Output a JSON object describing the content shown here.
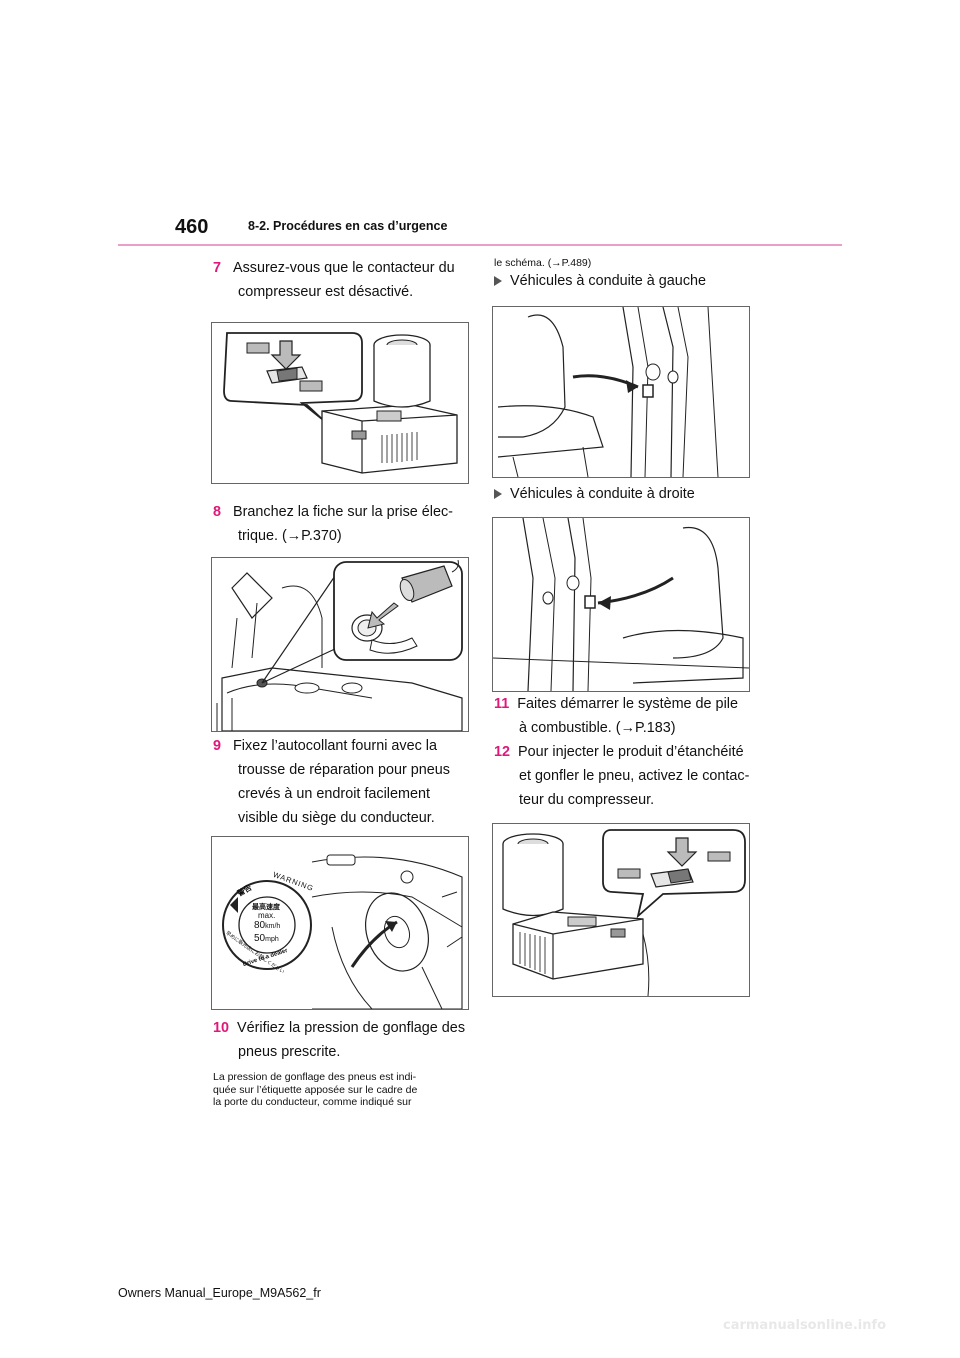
{
  "header": {
    "page_number": "460",
    "section": "8-2. Procédures en cas d’urgence"
  },
  "steps": {
    "s7": {
      "num": "7",
      "line1": "Assurez-vous que le contacteur du",
      "line2": "compresseur est désactivé."
    },
    "s8": {
      "num": "8",
      "line1": "Branchez la fiche sur la prise élec-",
      "line2": "trique. (→P.370)"
    },
    "s9": {
      "num": "9",
      "line1": "Fixez l’autocollant fourni avec la",
      "line2": "trousse de réparation pour pneus",
      "line3": "crevés à un endroit facilement",
      "line4": "visible du siège du conducteur."
    },
    "s10": {
      "num": "10",
      "line1": "Vérifiez la pression de gonflage des",
      "line2": "pneus prescrite."
    },
    "s11": {
      "num": "11",
      "line1": "Faites démarrer le système de pile",
      "line2": "à combustible. (→P.183)"
    },
    "s12": {
      "num": "12",
      "line1": "Pour injecter le produit d’étanchéité",
      "line2": "et gonfler le pneu, activez le contac-",
      "line3": "teur du compresseur."
    }
  },
  "note": {
    "line1": "La pression de gonflage des pneus est indi-",
    "line2": "quée sur l’étiquette apposée sur le cadre de",
    "line3": "la porte du conducteur, comme indiqué sur",
    "line4": "le schéma. (→P.489)"
  },
  "bullets": {
    "lhd": "Véhicules à conduite à gauche",
    "rhd": "Véhicules à conduite à droite"
  },
  "sticker": {
    "warning_jp": "警告",
    "warning_en": "WARNING",
    "max_label_jp": "最高速度",
    "max_label": "max.",
    "speed_kmh": "80",
    "unit_kmh": "km/h",
    "speed_mph": "50",
    "unit_mph": "mph",
    "dealer_jp": "早めに販売店にお越しください",
    "dealer_en": "Drive to a dealer"
  },
  "footer": "Owners Manual_Europe_M9A562_fr",
  "watermark": "carmanualsonline.info"
}
